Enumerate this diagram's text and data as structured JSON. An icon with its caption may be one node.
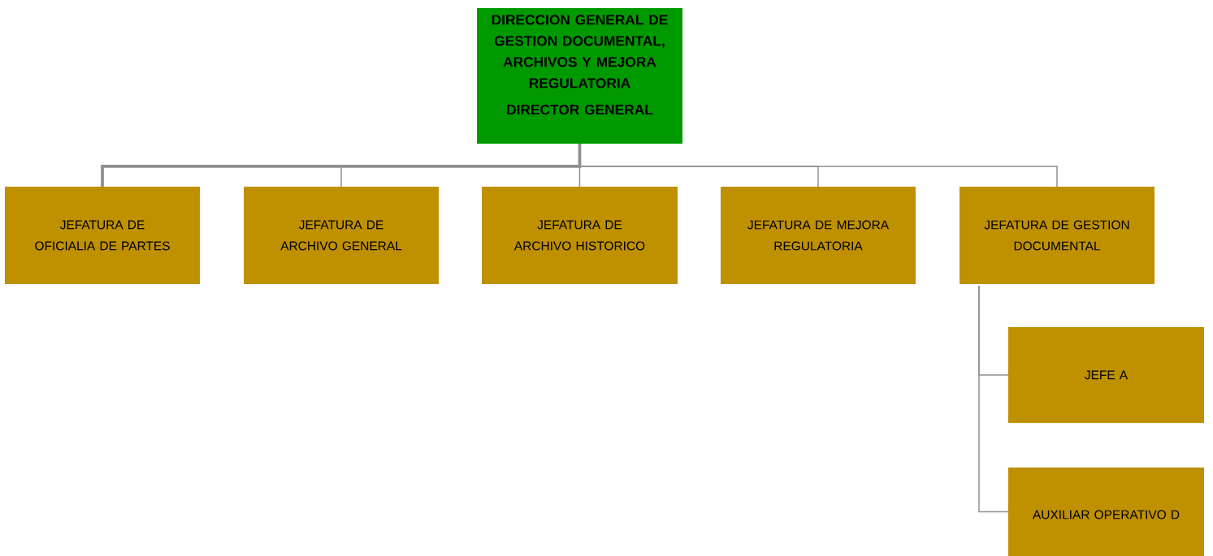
{
  "diagram": {
    "nodes": [
      {
        "text": [
          "DIRECCION GENERAL DE GESTION DOCUMENTAL, ARCHIVOS Y MEJORA REGULATORIA",
          "DIRECTOR GENERAL"
        ]
      },
      {
        "text": [
          "JEFATURA DE OFICIALIA DE PARTES"
        ]
      },
      {
        "text": [
          "JEFATURA DE ARCHIVO GENERAL"
        ]
      },
      {
        "text": [
          "JEFATURA DE ARCHIVO HISTORICO"
        ]
      },
      {
        "text": [
          "JEFATURA DE MEJORA REGULATORIA"
        ]
      },
      {
        "text": [
          "JEFATURA DE GESTION DOCUMENTAL"
        ]
      },
      {
        "text": [
          "JEFE A"
        ]
      },
      {
        "text": [
          "AUXILIAR OPERATIVO D"
        ]
      }
    ],
    "edges": [
      {
        "from": 0,
        "to": 1,
        "arrow": "none",
        "style": "thick"
      },
      {
        "from": 0,
        "to": 2,
        "arrow": "none"
      },
      {
        "from": 0,
        "to": 3,
        "arrow": "none"
      },
      {
        "from": 0,
        "to": 4,
        "arrow": "none"
      },
      {
        "from": 0,
        "to": 5,
        "arrow": "none"
      },
      {
        "from": 5,
        "to": 6,
        "arrow": "none"
      },
      {
        "from": 5,
        "to": 7,
        "arrow": "none"
      }
    ]
  }
}
